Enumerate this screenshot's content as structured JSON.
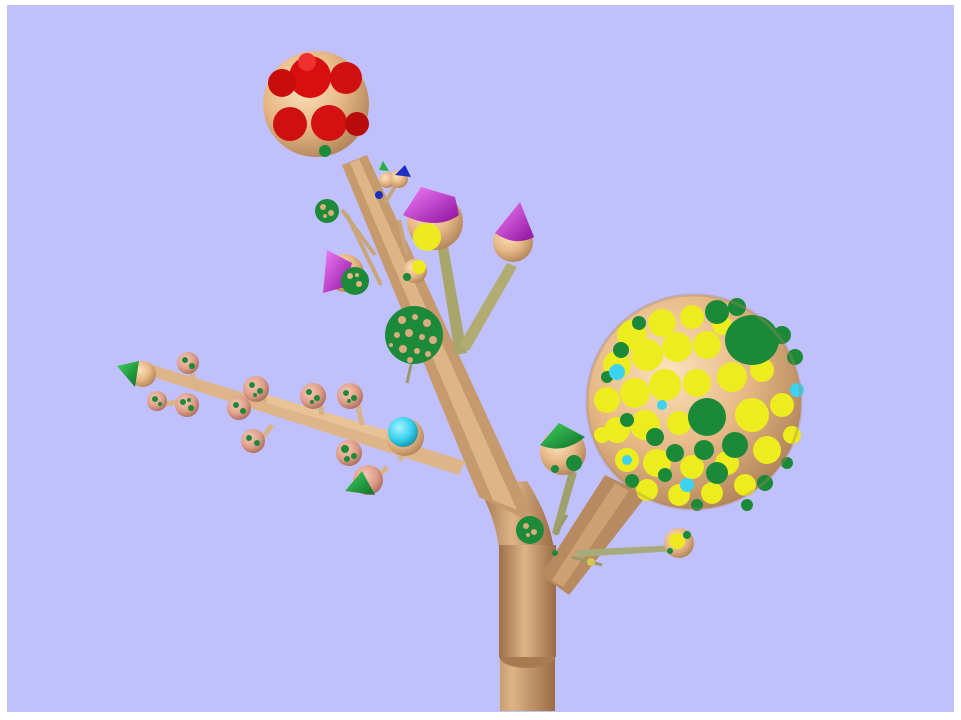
{
  "scene": {
    "kind": "3d-hierarchy-tree-visualization",
    "background_color": "#c0c0fc",
    "frame_color": "#ffffff",
    "colors": {
      "branch": "#c29367",
      "branch_light": "#e0b98e",
      "branch_dark": "#8c6440",
      "node_skin": "#e9bd87",
      "pink_skin": "#e2a18d",
      "red": "#e31010",
      "green": "#1c8c3a",
      "yellow": "#ecec1e",
      "cyan": "#37d5f0",
      "magenta": "#b21fc6",
      "blue": "#1d2dbd"
    },
    "node_markers": [
      "sphere",
      "cone",
      "spotted-sphere"
    ],
    "visible_text": []
  }
}
